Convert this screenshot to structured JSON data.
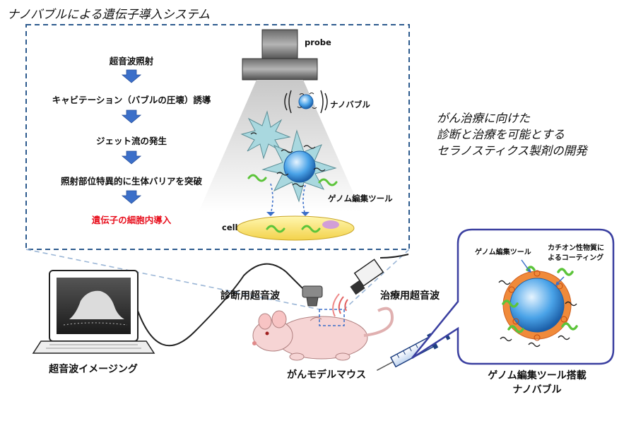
{
  "title": "ナノバブルによる遺伝子導入システム",
  "flow": {
    "steps": [
      "超音波照射",
      "キャビテーション（バブルの圧壊）誘導",
      "ジェット流の発生",
      "照射部位特異的に生体バリアを突破"
    ],
    "final": "遺伝子の細胞内導入"
  },
  "inset": {
    "probe": "probe",
    "nanobubble": "ナノバブル",
    "genome_tool": "ゲノム編集ツール",
    "cell": "cell"
  },
  "tagline": [
    "がん治療に向けた",
    "診断と治療を可能とする",
    "セラノスティクス製剤の開発"
  ],
  "labels": {
    "diagnostic_us": "診断用超音波",
    "therapeutic_us": "治療用超音波",
    "imaging": "超音波イメージング",
    "mouse": "がんモデルマウス",
    "bubble_title_1": "ゲノム編集ツール搭載",
    "bubble_title_2": "ナノバブル",
    "callout_tool": "ゲノム編集ツール",
    "callout_coating_1": "カチオン性物質に",
    "callout_coating_2": "よるコーティング"
  },
  "colors": {
    "dashed_border": "#2d5b8e",
    "arrow_blue": "#3b6fc9",
    "highlight_red": "#e8101e",
    "bubble_border": "#3a3fa0"
  }
}
